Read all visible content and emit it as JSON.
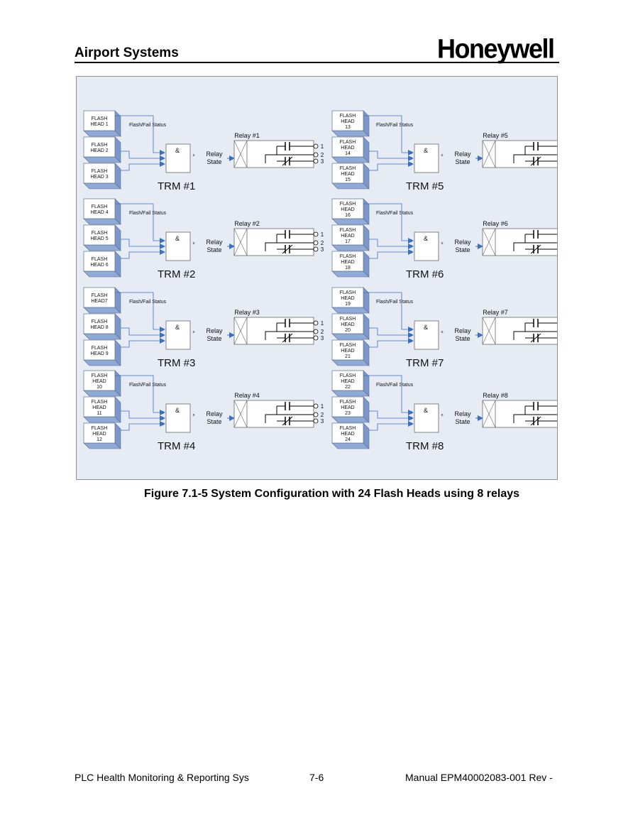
{
  "header": {
    "section_title": "Airport Systems",
    "brand": "Honeywell"
  },
  "figure": {
    "caption": "Figure 7.1-5 System Configuration with 24 Flash Heads using 8 relays",
    "status_label": "Flash/Fail Status",
    "gate_symbol": "&",
    "output_pin": "o",
    "relay_state_label": [
      "Relay",
      "State"
    ],
    "contacts": [
      "1",
      "2",
      "3"
    ],
    "trm_units": [
      {
        "trm": "TRM #1",
        "relay": "Relay #1",
        "heads": [
          [
            "FLASH",
            "HEAD 1"
          ],
          [
            "FLASH",
            "HEAD 2"
          ],
          [
            "FLASH",
            "HEAD 3"
          ]
        ],
        "pins": [
          "1",
          "2",
          "3"
        ]
      },
      {
        "trm": "TRM #2",
        "relay": "Relay #2",
        "heads": [
          [
            "FLASH",
            "HEAD 4"
          ],
          [
            "FLASH",
            "HEAD 5"
          ],
          [
            "FLASH",
            "HEAD 6"
          ]
        ],
        "pins": [
          "4",
          "5",
          "6"
        ]
      },
      {
        "trm": "TRM #3",
        "relay": "Relay #3",
        "heads": [
          [
            "FLASH",
            "HEAD7"
          ],
          [
            "FLASH",
            "HEAD 8"
          ],
          [
            "FLASH",
            "HEAD 9"
          ]
        ],
        "pins": [
          "7",
          "8",
          "9"
        ]
      },
      {
        "trm": "TRM #4",
        "relay": "Relay #4",
        "heads": [
          [
            "FLASH",
            "HEAD",
            "10"
          ],
          [
            "FLASH",
            "HEAD",
            "11"
          ],
          [
            "FLASH",
            "HEAD",
            "12"
          ]
        ],
        "pins": [
          "10",
          "11",
          "12"
        ]
      },
      {
        "trm": "TRM #5",
        "relay": "Relay #5",
        "heads": [
          [
            "FLASH",
            "HEAD",
            "13"
          ],
          [
            "FLASH",
            "HEAD",
            "14"
          ],
          [
            "FLASH",
            "HEAD",
            "15"
          ]
        ],
        "pins": [
          "13",
          "14",
          "15"
        ]
      },
      {
        "trm": "TRM #6",
        "relay": "Relay #6",
        "heads": [
          [
            "FLASH",
            "HEAD",
            "16"
          ],
          [
            "FLASH",
            "HEAD",
            "17"
          ],
          [
            "FLASH",
            "HEAD",
            "18"
          ]
        ],
        "pins": [
          "16",
          "17",
          "18"
        ]
      },
      {
        "trm": "TRM #7",
        "relay": "Relay #7",
        "heads": [
          [
            "FLASH",
            "HEAD",
            "19"
          ],
          [
            "FLASH",
            "HEAD",
            "20"
          ],
          [
            "FLASH",
            "HEAD",
            "21"
          ]
        ],
        "pins": [
          "19",
          "20",
          "21"
        ]
      },
      {
        "trm": "TRM #8",
        "relay": "Relay #8",
        "heads": [
          [
            "FLASH",
            "HEAD",
            "22"
          ],
          [
            "FLASH",
            "HEAD",
            "23"
          ],
          [
            "FLASH",
            "HEAD",
            "24"
          ]
        ],
        "pins": [
          "22",
          "23",
          "24"
        ]
      }
    ]
  },
  "footer": {
    "left": "PLC Health Monitoring & Reporting Sys",
    "center": "7-6",
    "right": "Manual EPM40002083-001 Rev -"
  }
}
